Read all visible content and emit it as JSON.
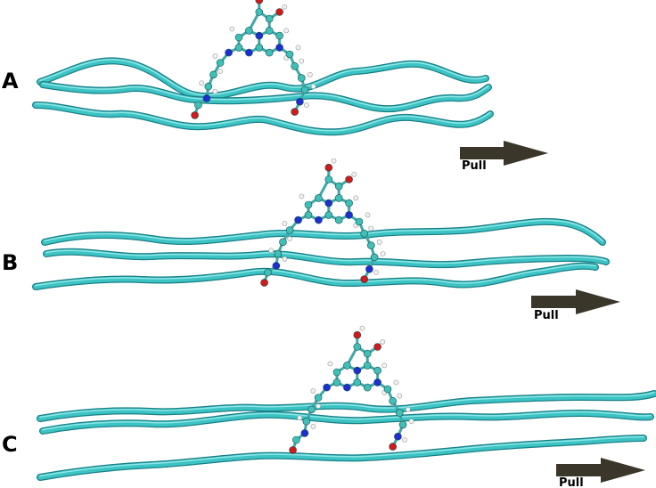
{
  "colors": {
    "ribbon": "#3cc4c4",
    "ribbon_dark": "#1a7f86",
    "ribbon_light": "#8ee6e6",
    "carbon": "#3fbfb8",
    "oxygen": "#d11a1a",
    "nitrogen": "#1d2fd1",
    "hydrogen": "#f2f2f2",
    "arrow": "#3b362a",
    "background": "#ffffff"
  },
  "panels": [
    {
      "label": "A",
      "pull_label": "Pull"
    },
    {
      "label": "B",
      "pull_label": "Pull"
    },
    {
      "label": "C",
      "pull_label": "Pull"
    }
  ]
}
